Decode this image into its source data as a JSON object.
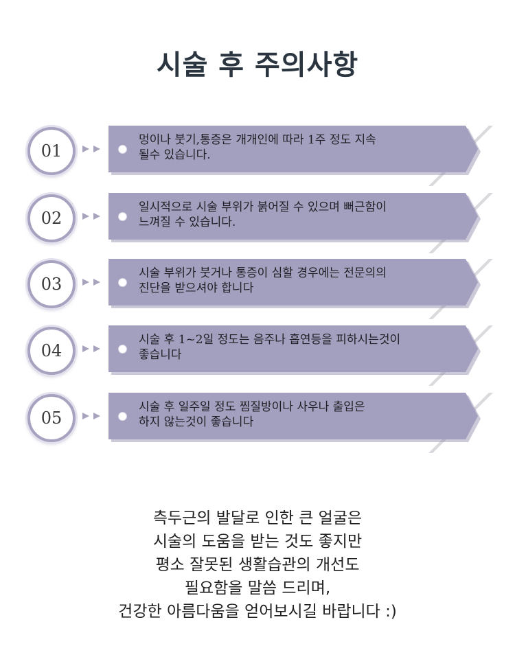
{
  "title": "시술 후 주의사항",
  "items": [
    {
      "number": "01",
      "line1": "멍이나 붓기,통증은 개개인에 따라 1주 정도 지속",
      "line2": "될수 있습니다."
    },
    {
      "number": "02",
      "line1": "일시적으로 시술 부위가 붉어질 수 있으며 뻐근함이",
      "line2": "느껴질 수 있습니다."
    },
    {
      "number": "03",
      "line1": "시술 부위가 붓거나 통증이 심할 경우에는 전문의의",
      "line2": "진단을 받으셔야 합니다"
    },
    {
      "number": "04",
      "line1": "시술 후 1~2일 정도는 음주나 흡연등을 피하시는것이",
      "line2": "좋습니다"
    },
    {
      "number": "05",
      "line1": "시술 후 일주일 정도 찜질방이나 사우나 출입은",
      "line2": "하지 않는것이 좋습니다"
    }
  ],
  "closing": {
    "line1": "측두근의 발달로 인한 큰 얼굴은",
    "line2": "시술의 도움을 받는 것도 좋지만",
    "line3": "평소 잘못된 생활습관의 개선도",
    "line4": "필요함을 말씀 드리며,",
    "line5": "건강한 아름다움을 얻어보시길 바랍니다 :)"
  },
  "colors": {
    "bar": "#a39fbf",
    "circle_ring": "#a8a2c0",
    "title": "#2b3540"
  },
  "icons": {
    "bullet": "circle-bullet-icon",
    "arrows": "double-chevron-right-icon"
  }
}
